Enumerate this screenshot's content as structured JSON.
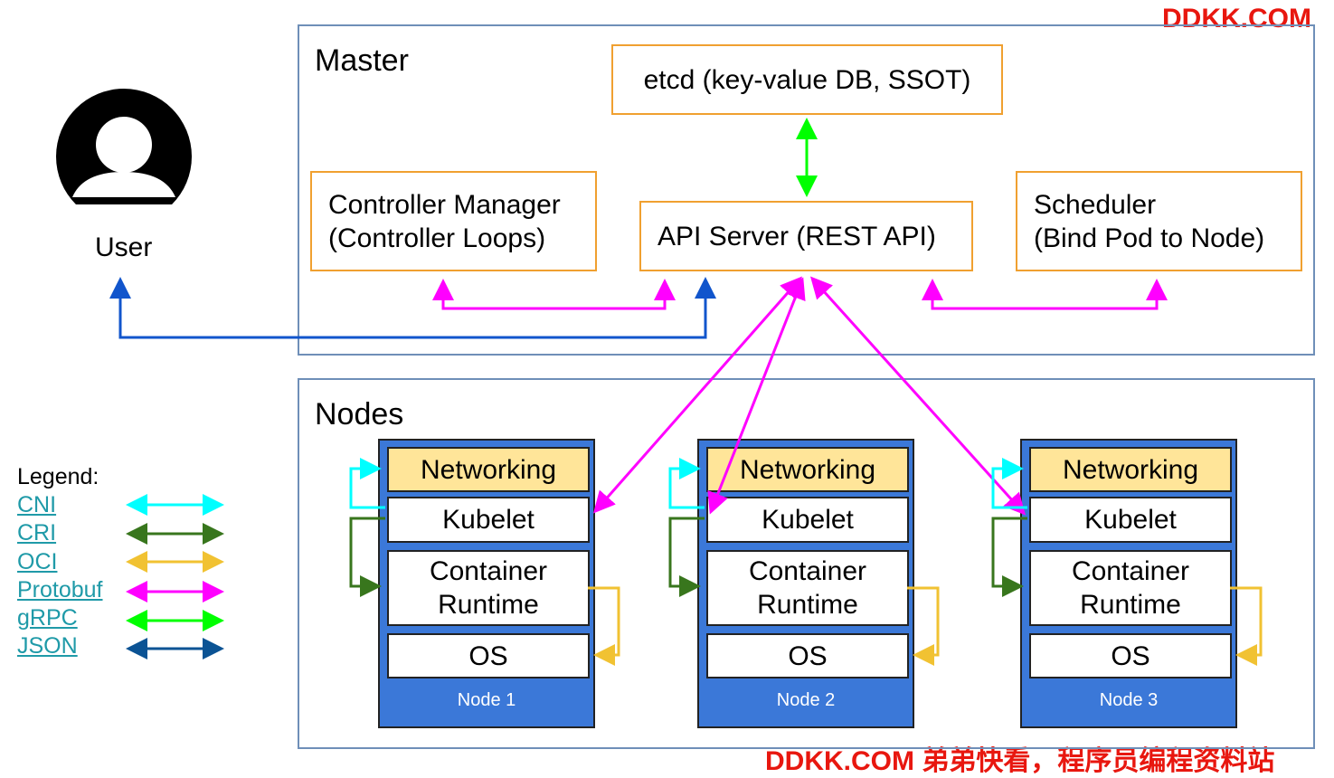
{
  "watermark_top": "DDKK.COM",
  "watermark_bottom": "DDKK.COM 弟弟快看，程序员编程资料站",
  "user": {
    "label": "User"
  },
  "master": {
    "title": "Master",
    "etcd": "etcd (key-value DB, SSOT)",
    "controller_manager": [
      "Controller Manager",
      "(Controller Loops)"
    ],
    "api_server": "API Server (REST API)",
    "scheduler": [
      "Scheduler",
      "(Bind Pod to Node)"
    ]
  },
  "nodes_section": {
    "title": "Nodes",
    "nodes": [
      {
        "networking": "Networking",
        "kubelet": "Kubelet",
        "runtime": [
          "Container",
          "Runtime"
        ],
        "os": "OS",
        "label": "Node 1"
      },
      {
        "networking": "Networking",
        "kubelet": "Kubelet",
        "runtime": [
          "Container",
          "Runtime"
        ],
        "os": "OS",
        "label": "Node 2"
      },
      {
        "networking": "Networking",
        "kubelet": "Kubelet",
        "runtime": [
          "Container",
          "Runtime"
        ],
        "os": "OS",
        "label": "Node 3"
      }
    ]
  },
  "legend": {
    "title": "Legend:",
    "items": [
      {
        "label": "CNI",
        "color": "#00ffff"
      },
      {
        "label": "CRI",
        "color": "#38761d"
      },
      {
        "label": "OCI",
        "color": "#f1c232"
      },
      {
        "label": "Protobuf",
        "color": "#ff00ff"
      },
      {
        "label": "gRPC",
        "color": "#00ff00"
      },
      {
        "label": "JSON",
        "color": "#0b5394"
      }
    ]
  },
  "colors": {
    "frame_border": "#6f8fb8",
    "box_border": "#f0a030",
    "node_fill": "#3b78d8",
    "networking_fill": "#ffe599",
    "json_arrow": "#1155cc",
    "watermark": "#e8170f"
  },
  "icons": {
    "user": "user-avatar-icon"
  }
}
